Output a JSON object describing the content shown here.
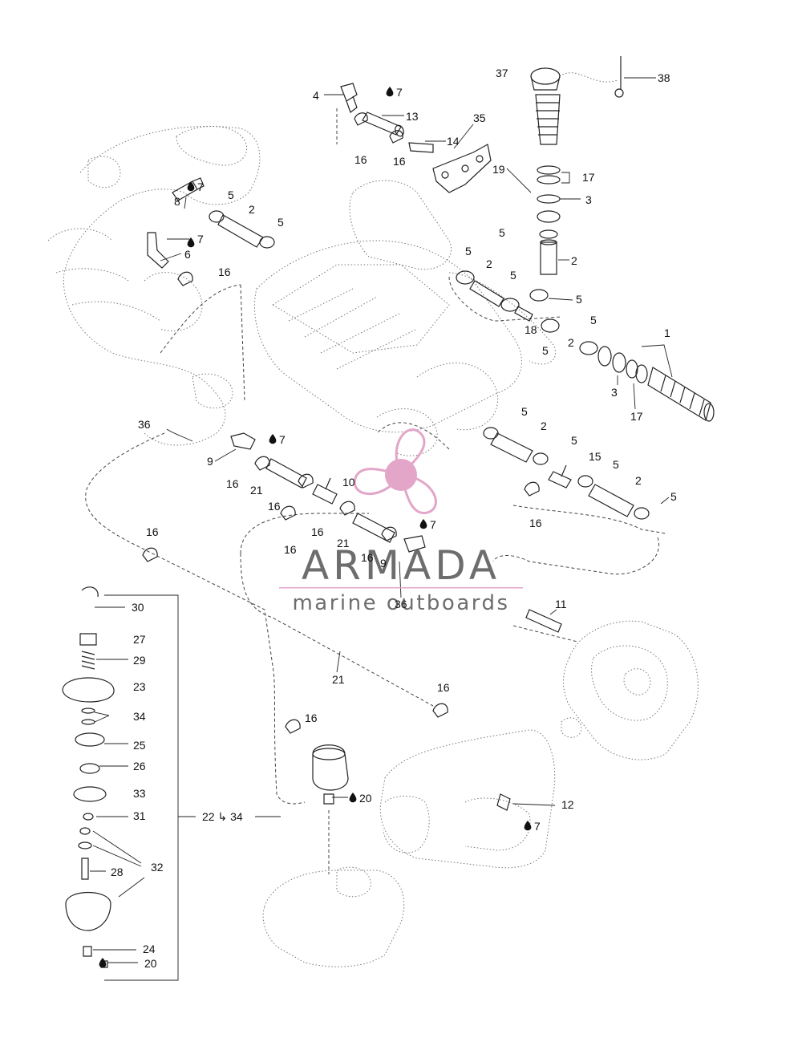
{
  "watermark": {
    "brand": "ARMADA",
    "tagline": "marine outboards",
    "accent_color": "#e3a6c9",
    "text_color": "#6d6d6d",
    "icon": "propeller-logo-icon"
  },
  "callouts": [
    "1",
    "2",
    "3",
    "4",
    "5",
    "6",
    "7",
    "8",
    "9",
    "10",
    "11",
    "12",
    "13",
    "14",
    "15",
    "16",
    "17",
    "18",
    "19",
    "20",
    "21",
    "22",
    "23",
    "24",
    "25",
    "26",
    "27",
    "28",
    "29",
    "30",
    "31",
    "32",
    "33",
    "34",
    "35",
    "36",
    "37",
    "38"
  ],
  "group_label": "22 ↳ 34",
  "sealant_icon": "sealant-drop-icon"
}
